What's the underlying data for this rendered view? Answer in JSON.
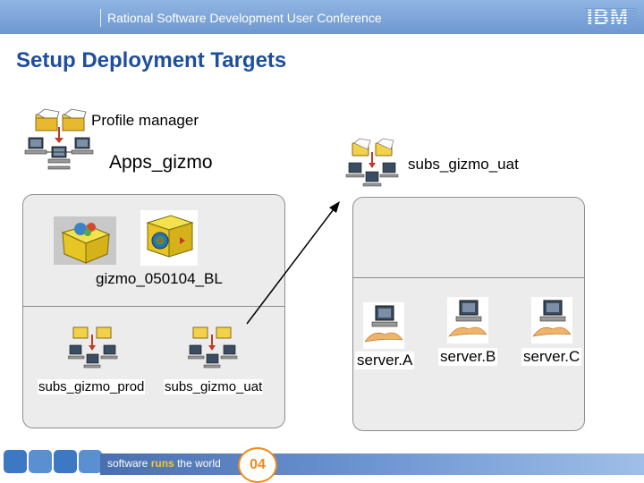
{
  "header": {
    "conference_title": "Rational Software Development User Conference",
    "logo_text": "IBM"
  },
  "page": {
    "title": "Setup Deployment Targets"
  },
  "diagram": {
    "profile_manager_label": "Profile manager",
    "apps_label": "Apps_gizmo",
    "baseline_label": "gizmo_050104_BL",
    "subs_prod_label": "subs_gizmo_prod",
    "subs_uat_left_label": "subs_gizmo_uat",
    "subs_uat_right_label": "subs_gizmo_uat",
    "servers": [
      "server.A",
      "server.B",
      "server.C"
    ]
  },
  "footer": {
    "tagline_pre": "software",
    "tagline_bold": "runs",
    "tagline_post": "the world",
    "badge": "04"
  },
  "colors": {
    "header_blue": "#7aa3d8",
    "title_blue": "#1f4e9e",
    "panel_gray": "#ececec",
    "folder_yellow": "#f2d24a",
    "badge_orange": "#f08a1c"
  }
}
